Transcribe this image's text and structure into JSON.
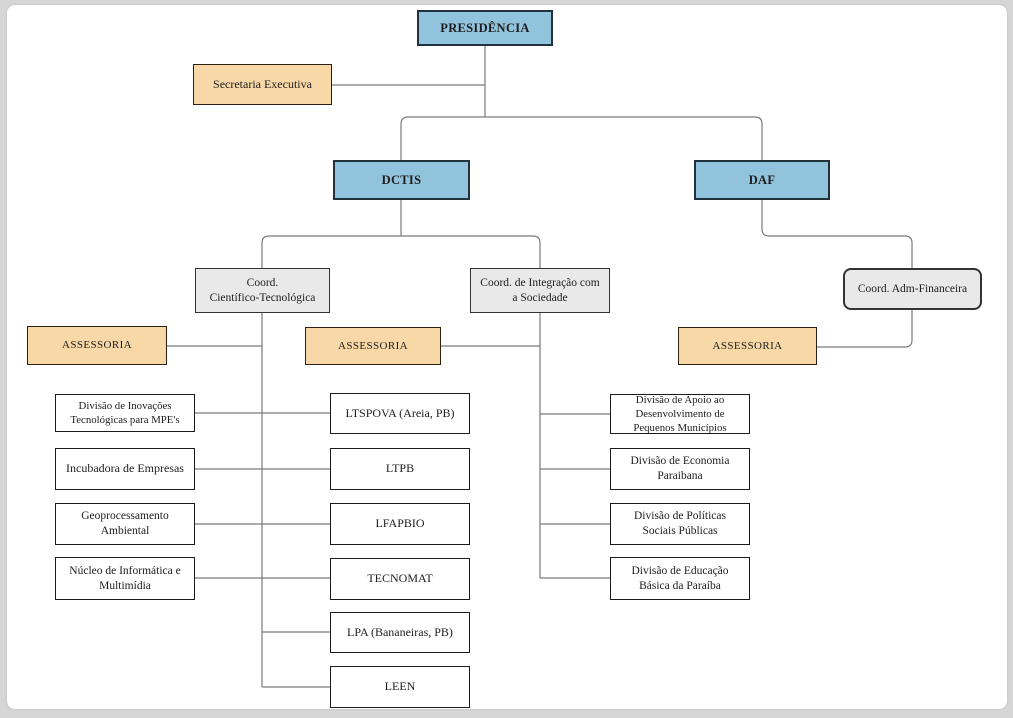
{
  "diagram": {
    "kind": "organizational-chart",
    "colors": {
      "department_box": "#92c3dd",
      "assist_box": "#f8d8a6",
      "coordination_box": "#e9e9e9",
      "unit_box": "#ffffff",
      "connector": "#7a7a7a"
    },
    "nodes": {
      "presidencia": {
        "label": "PRESIDÊNCIA"
      },
      "secretaria_executiva": {
        "label": "Secretaria Executiva"
      },
      "dctis": {
        "label": "DCTIS"
      },
      "daf": {
        "label": "DAF"
      },
      "coord_cientifico_tecnologica": {
        "label": "Coord.\nCientífico-Tecnológica"
      },
      "coord_integracao_sociedade": {
        "label": "Coord. de Integração com\na Sociedade"
      },
      "coord_adm_financeira": {
        "label": "Coord. Adm-Financeira"
      },
      "assessoria_1": {
        "label": "ASSESSORIA"
      },
      "assessoria_2": {
        "label": "ASSESSORIA"
      },
      "assessoria_3": {
        "label": "ASSESSORIA"
      },
      "divisao_inovacoes": {
        "label": "Divisão de Inovações\nTecnológicas para MPE's"
      },
      "incubadora_empresas": {
        "label": "Incubadora de Empresas"
      },
      "geoprocessamento_ambiental": {
        "label": "Geoprocessamento\nAmbiental"
      },
      "nucleo_informatica": {
        "label": "Núcleo de Informática e\nMultimídia"
      },
      "ltspova": {
        "label": "LTSPOVA (Areia, PB)"
      },
      "ltpb": {
        "label": "LTPB"
      },
      "lfapbio": {
        "label": "LFAPBIO"
      },
      "tecnomat": {
        "label": "TECNOMAT"
      },
      "lpa": {
        "label": "LPA (Bananeiras, PB)"
      },
      "leen": {
        "label": "LEEN"
      },
      "divisao_apoio_municipios": {
        "label": "Divisão de Apoio ao\nDesenvolvimento de\nPequenos Municípios"
      },
      "divisao_economia_paraibana": {
        "label": "Divisão de Economia\nParaibana"
      },
      "divisao_politicas_sociais": {
        "label": "Divisão de Políticas\nSociais Públicas"
      },
      "divisao_educacao_basica": {
        "label": "Divisão de Educação\nBásica da Paraíba"
      }
    }
  }
}
